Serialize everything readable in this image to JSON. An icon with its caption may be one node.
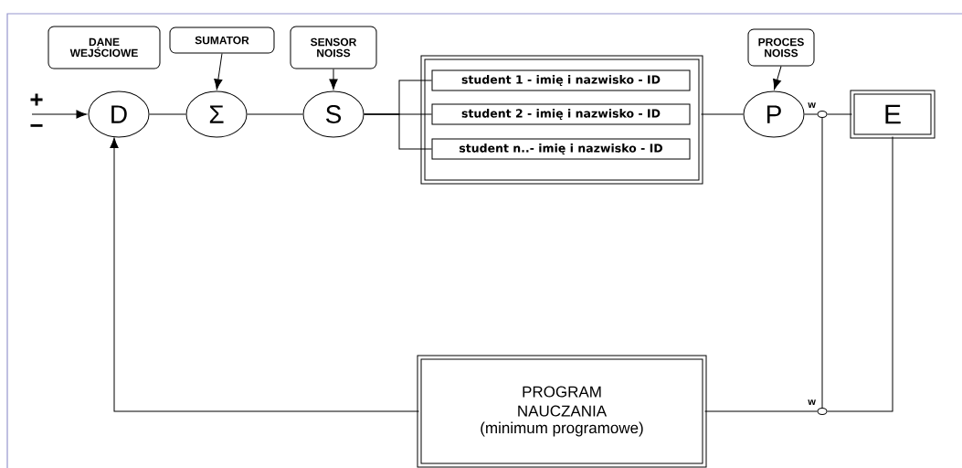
{
  "diagram": {
    "nodes": [
      {
        "text": [
          "DANE WEJŚCIOWE"
        ]
      },
      {
        "text": [
          "SUMATOR"
        ]
      },
      {
        "text": [
          "SENSOR NOISS"
        ]
      },
      {
        "text": [
          "PROCES NOISS"
        ]
      },
      {
        "text": [
          "D"
        ]
      },
      {
        "text": [
          "Σ"
        ]
      },
      {
        "text": [
          "S"
        ]
      },
      {
        "text": [],
        "shape": "box"
      },
      {
        "text": [
          "student 1 - imię i nazwisko - ID"
        ],
        "in": 7
      },
      {
        "text": [
          "student 2 - imię i nazwisko - ID"
        ],
        "in": 7
      },
      {
        "text": [
          "student n..- imię i nazwisko - ID"
        ],
        "in": 7
      },
      {
        "text": [
          "P"
        ]
      },
      {
        "text": [],
        "shape": "circle",
        "beside": [
          "w"
        ]
      },
      {
        "text": [
          "E"
        ]
      },
      {
        "text": [
          "PROGRAM NAUCZANIA",
          "(minimum programowe)"
        ]
      },
      {
        "text": [],
        "shape": "circle",
        "beside": [
          "w"
        ]
      }
    ],
    "edges": [
      {
        "from": null,
        "to": 4,
        "arrow": "to"
      },
      {
        "from": 4,
        "to": 5,
        "arrow": "none"
      },
      {
        "from": 1,
        "to": 5,
        "arrow": "to"
      },
      {
        "from": 5,
        "to": 6,
        "arrow": "none"
      },
      {
        "from": 2,
        "to": 6,
        "arrow": "to"
      },
      {
        "from": 6,
        "to": 8,
        "arrow": "none"
      },
      {
        "from": 6,
        "to": 9,
        "arrow": "none"
      },
      {
        "from": 6,
        "to": 10,
        "arrow": "none"
      },
      {
        "from": 7,
        "to": 11,
        "arrow": "none"
      },
      {
        "from": 3,
        "to": 11,
        "arrow": "to"
      },
      {
        "from": 11,
        "to": 12,
        "arrow": "none"
      },
      {
        "from": 12,
        "to": 13,
        "arrow": "none"
      },
      {
        "from": 12,
        "to": 15,
        "arrow": "none"
      },
      {
        "from": 13,
        "to": 15,
        "arrow": "none"
      },
      {
        "from": 15,
        "to": 14,
        "arrow": "none"
      },
      {
        "from": 14,
        "to": 4,
        "arrow": "to"
      }
    ],
    "labels": [
      "+",
      "−"
    ]
  }
}
